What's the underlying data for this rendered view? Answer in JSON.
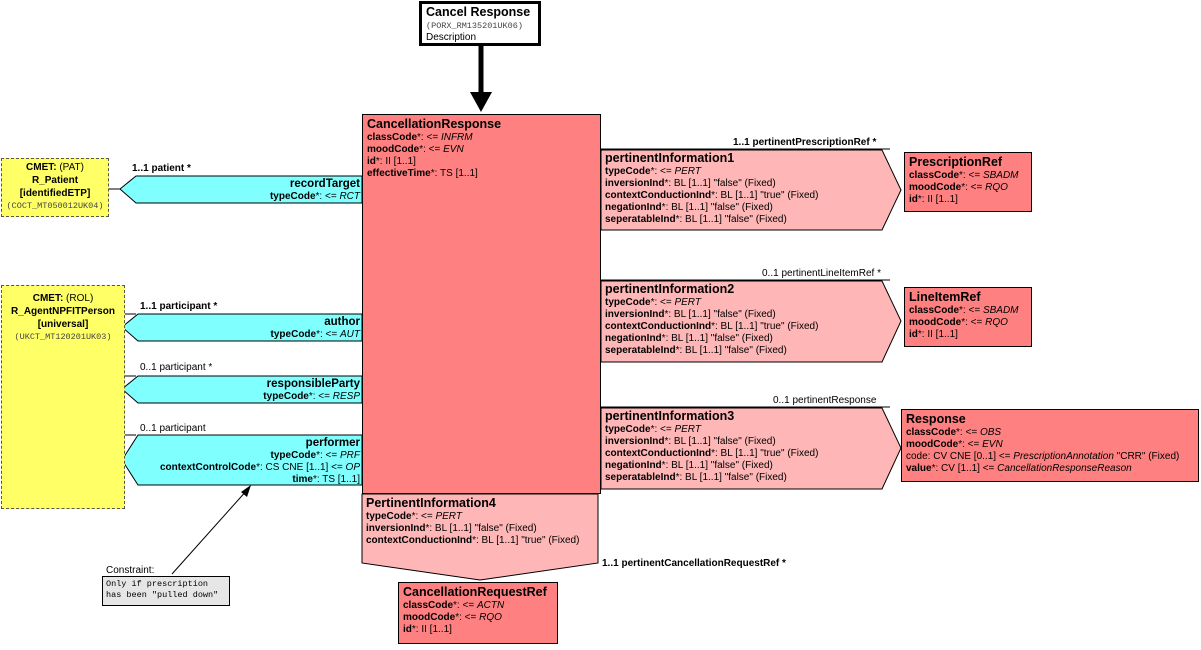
{
  "colors": {
    "act": "#ff8080",
    "participation": "#80ffff",
    "act_relationship": "#ffb6b6",
    "cmet": "#ffff66",
    "entry": "#ffffff"
  },
  "entry": {
    "title": "Cancel Response",
    "code": "(PORX_RM135201UK06)",
    "description": "Description"
  },
  "main": {
    "title": "CancellationResponse",
    "rows": [
      {
        "name": "classCode",
        "text": "*: <= ",
        "val": "INFRM"
      },
      {
        "name": "moodCode",
        "text": "*: <= ",
        "val": "EVN"
      },
      {
        "name": "id",
        "text": "*: II [1..1]",
        "val": ""
      },
      {
        "name": "effectiveTime",
        "text": "*: TS [1..1]",
        "val": ""
      }
    ]
  },
  "cmet_pat": {
    "l1_b": "CMET:",
    "l1_r": " (PAT)",
    "l2": "R_Patient",
    "l3": "[identifiedETP]",
    "l4": "(COCT_MT050012UK04)"
  },
  "cmet_rol": {
    "l1_b": "CMET:",
    "l1_r": " (ROL)",
    "l2": "R_AgentNPFITPerson",
    "l3": "[universal]",
    "l4": "(UKCT_MT120201UK03)"
  },
  "participations": {
    "record_target": {
      "card": "1..1 patient  *",
      "title": "recordTarget",
      "type_label": "typeCode",
      "type_text": "*: <= ",
      "type_val": "RCT"
    },
    "author": {
      "card": "1..1 participant  *",
      "title": "author",
      "type_label": "typeCode",
      "type_text": "*: <= ",
      "type_val": "AUT"
    },
    "responsible_party": {
      "card": "0..1 participant  *",
      "title": "responsibleParty",
      "type_label": "typeCode",
      "type_text": "*: <= ",
      "type_val": "RESP"
    },
    "performer": {
      "card": "0..1 participant",
      "title": "performer",
      "type_label": "typeCode",
      "type_text": "*: <= ",
      "type_val": "PRF",
      "ctx_label": "contextControlCode",
      "ctx_text": "*: CS CNE [1..1] <= ",
      "ctx_val": "OP",
      "time_label": "time",
      "time_text": "*: TS [1..1]"
    }
  },
  "pertinent": [
    {
      "card": "1..1 pertinentPrescriptionRef  *",
      "title": "pertinentInformation1",
      "rows": [
        {
          "name": "typeCode",
          "text": "*: <= ",
          "val": "PERT"
        },
        {
          "name": "inversionInd",
          "text": "*: BL [1..1] \"false\" (Fixed)",
          "val": ""
        },
        {
          "name": "contextConductionInd",
          "text": "*: BL [1..1] \"true\" (Fixed)",
          "val": ""
        },
        {
          "name": "negationInd",
          "text": "*: BL [1..1] \"false\" (Fixed)",
          "val": ""
        },
        {
          "name": "seperatableInd",
          "text": "*: BL [1..1] \"false\" (Fixed)",
          "val": ""
        }
      ]
    },
    {
      "card": "0..1 pertinentLineItemRef  *",
      "title": "pertinentInformation2",
      "rows": [
        {
          "name": "typeCode",
          "text": "*: <= ",
          "val": "PERT"
        },
        {
          "name": "inversionInd",
          "text": "*: BL [1..1] \"false\" (Fixed)",
          "val": ""
        },
        {
          "name": "contextConductionInd",
          "text": "*: BL [1..1] \"true\" (Fixed)",
          "val": ""
        },
        {
          "name": "negationInd",
          "text": "*: BL [1..1] \"false\" (Fixed)",
          "val": ""
        },
        {
          "name": "seperatableInd",
          "text": "*: BL [1..1] \"false\" (Fixed)",
          "val": ""
        }
      ]
    },
    {
      "card": "0..1 pertinentResponse",
      "title": "pertinentInformation3",
      "rows": [
        {
          "name": "typeCode",
          "text": "*: <= ",
          "val": "PERT"
        },
        {
          "name": "inversionInd",
          "text": "*: BL [1..1] \"false\" (Fixed)",
          "val": ""
        },
        {
          "name": "contextConductionInd",
          "text": "*: BL [1..1] \"true\" (Fixed)",
          "val": ""
        },
        {
          "name": "negationInd",
          "text": "*: BL [1..1] \"false\" (Fixed)",
          "val": ""
        },
        {
          "name": "seperatableInd",
          "text": "*: BL [1..1] \"false\" (Fixed)",
          "val": ""
        }
      ]
    }
  ],
  "pertinent4": {
    "title": "PertinentInformation4",
    "card": "1..1 pertinentCancellationRequestRef  *",
    "rows": [
      {
        "name": "typeCode",
        "text": "*: <= ",
        "val": "PERT"
      },
      {
        "name": "inversionInd",
        "text": "*: BL [1..1] \"false\" (Fixed)",
        "val": ""
      },
      {
        "name": "contextConductionInd",
        "text": "*: BL [1..1] \"true\" (Fixed)",
        "val": ""
      }
    ]
  },
  "targets": {
    "prescription_ref": {
      "title": "PrescriptionRef",
      "rows": [
        {
          "name": "classCode",
          "text": "*: <= ",
          "val": "SBADM"
        },
        {
          "name": "moodCode",
          "text": "*: <= ",
          "val": "RQO"
        },
        {
          "name": "id",
          "text": "*: II [1..1]",
          "val": ""
        }
      ]
    },
    "line_item_ref": {
      "title": "LineItemRef",
      "rows": [
        {
          "name": "classCode",
          "text": "*: <= ",
          "val": "SBADM"
        },
        {
          "name": "moodCode",
          "text": "*: <= ",
          "val": "RQO"
        },
        {
          "name": "id",
          "text": "*: II [1..1]",
          "val": ""
        }
      ]
    },
    "response": {
      "title": "Response",
      "classCode": {
        "name": "classCode",
        "text": "*: <= ",
        "val": "OBS"
      },
      "moodCode": {
        "name": "moodCode",
        "text": "*: <= ",
        "val": "EVN"
      },
      "code": {
        "pre": "code: CV CNE [0..1] <= ",
        "val": "PrescriptionAnnotation",
        "post": " \"CRR\" (Fixed)"
      },
      "value": {
        "name": "value",
        "text": "*: CV [1..1] <= ",
        "val": "CancellationResponseReason"
      }
    },
    "cancellation_request_ref": {
      "title": "CancellationRequestRef",
      "rows": [
        {
          "name": "classCode",
          "text": "*: <= ",
          "val": "ACTN"
        },
        {
          "name": "moodCode",
          "text": "*: <= ",
          "val": "RQO"
        },
        {
          "name": "id",
          "text": "*: II [1..1]",
          "val": ""
        }
      ]
    }
  },
  "constraint": {
    "label": "Constraint:",
    "line1": "Only if prescription",
    "line2": "has been \"pulled down\""
  }
}
